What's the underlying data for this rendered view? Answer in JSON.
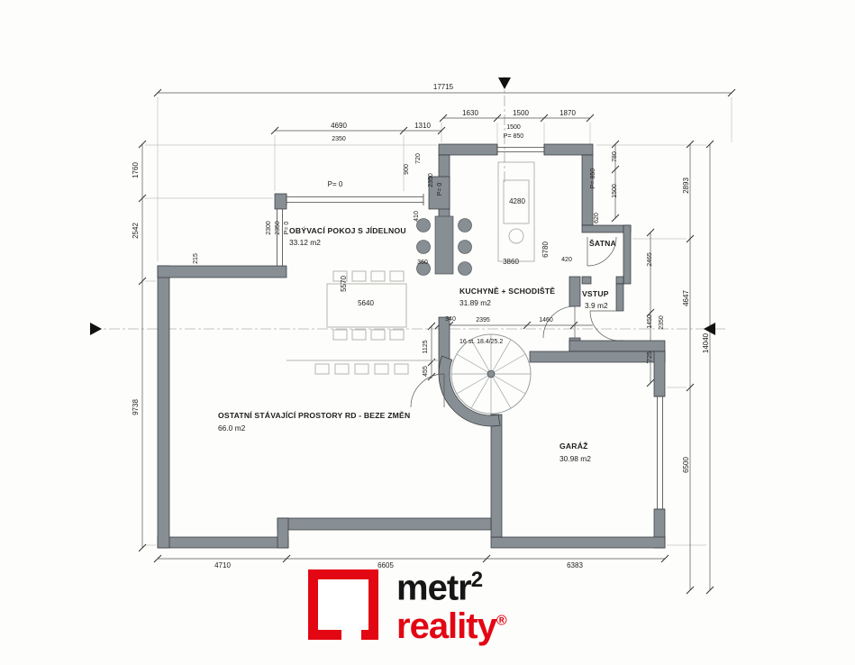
{
  "rooms": {
    "living": {
      "name": "OBÝVACÍ POKOJ S JÍDELNOU",
      "area": "33.12 m2"
    },
    "kitchen": {
      "name": "KUCHYNĚ + SCHODIŠTĚ",
      "area": "31.89 m2"
    },
    "satna": {
      "name": "ŠATNA"
    },
    "vstup": {
      "name": "VSTUP",
      "area": "3.9 m2"
    },
    "ostatni": {
      "name": "OSTATNÍ STÁVAJÍCÍ PROSTORY RD - BEZE ZMĚN",
      "area": "66.0 m2"
    },
    "garaz": {
      "name": "GARÁŽ",
      "area": "30.98 m2"
    }
  },
  "stair_note": "16 st. 18.4/25.2",
  "dims": {
    "total_width": "17715",
    "top_1630": "1630",
    "top_1500": "1500",
    "top_1870": "1870",
    "win_len_1500": "1500",
    "win_parapet_850": "P= 850",
    "top_4690": "4690",
    "top_1310": "1310",
    "top_2350": "2350",
    "left_1760": "1760",
    "left_2542": "2542",
    "left_9738": "9738",
    "left_215": "215",
    "liv_2300": "2300",
    "liv_2350": "2350",
    "liv_p0_left": "P= 0",
    "liv_p0_top": "P= 0",
    "mid_900": "900",
    "mid_720": "720",
    "mid_2350": "2350",
    "mid_p0": "P= 0",
    "mid_410": "410",
    "mid_360": "360",
    "liv_5570": "5570",
    "liv_5640": "5640",
    "kit_4280": "4280",
    "kit_3860": "3860",
    "kit_6780": "6780",
    "kit_420": "420",
    "right_p850": "P= 850",
    "right_620": "620",
    "right_780": "780",
    "right_1500": "1500",
    "right_2465": "2465",
    "right_1450": "1450",
    "right_2350": "2350",
    "right_725": "725",
    "far_2893": "2893",
    "far_4647": "4647",
    "far_6500": "6500",
    "far_14040": "14040",
    "bot_4710": "4710",
    "bot_6605": "6605",
    "bot_6383": "6383",
    "hall_340": "340",
    "hall_2395": "2395",
    "hall_1460": "1460",
    "hall_1125": "1125",
    "hall_455": "455"
  },
  "colors": {
    "wall": "#878e94",
    "logo_red": "#e30613"
  },
  "logo": {
    "word1": "metr",
    "sup": "2",
    "word2": "reality",
    "reg": "®"
  }
}
